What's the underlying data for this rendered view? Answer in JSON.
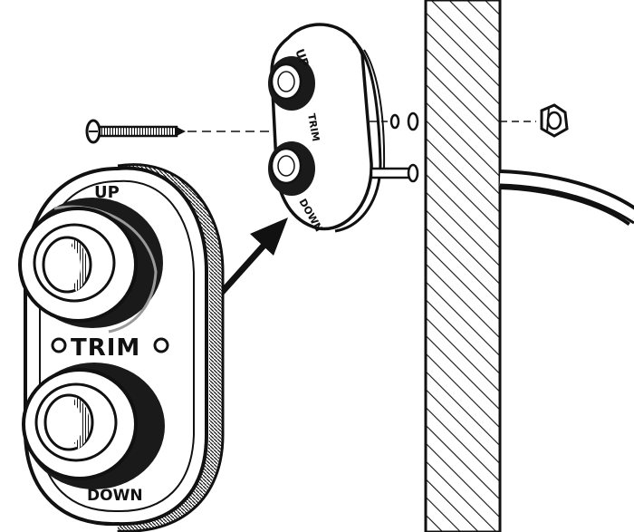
{
  "colors": {
    "ink": "#111111",
    "paper": "#ffffff",
    "shade": "#1a1a1a",
    "mid": "#9a9a9a"
  },
  "labels": {
    "large_up": "UP",
    "large_trim": "TRIM",
    "large_down": "DOWN",
    "small_up": "UP",
    "small_trim": "TRIM",
    "small_down": "DOWN"
  },
  "icons": [
    "arrow-icon",
    "screw-icon",
    "washer-icon",
    "nut-icon",
    "cable-icon"
  ]
}
